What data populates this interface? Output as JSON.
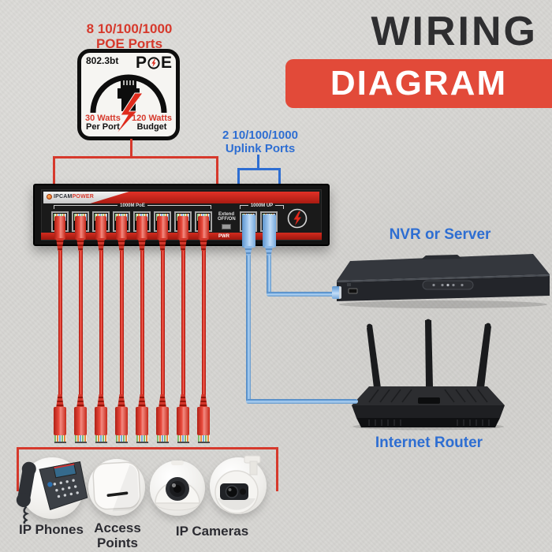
{
  "title": {
    "wiring": "WIRING",
    "diagram": "DIAGRAM"
  },
  "poe_ports_callout": {
    "line1": "8 10/100/1000",
    "line2": "POE Ports"
  },
  "uplink_callout": {
    "line1": "2 10/100/1000",
    "line2": "Uplink Ports"
  },
  "badge": {
    "standard": "802.3bt",
    "poe_logo_left": "P",
    "poe_logo_right": "E",
    "watts_port_value": "30 Watts",
    "watts_port_label": "Per Port",
    "watts_budget_value": "120 Watts",
    "watts_budget_label": "Budget"
  },
  "switch": {
    "brand_prefix": "IPCAM",
    "brand_suffix": "POWER",
    "poe_group_label": "1000M PoE",
    "uplink_group_label": "1000M UP",
    "extend_line1": "Extend",
    "extend_line2": "OFF/ON",
    "pwr_label": "PWR",
    "poe_port_count": 8,
    "uplink_port_count": 2
  },
  "labels": {
    "nvr": "NVR or Server",
    "router": "Internet Router",
    "ip_phones": "IP Phones",
    "access_points_line1": "Access",
    "access_points_line2": "Points",
    "ip_cameras": "IP Cameras"
  },
  "colors": {
    "accent_red": "#d6392c",
    "banner_red": "#e24a39",
    "accent_blue": "#2e6ed2",
    "cable_red": "#dd2f22",
    "cable_blue": "#7aadde",
    "title_dark": "#2e2e30"
  }
}
